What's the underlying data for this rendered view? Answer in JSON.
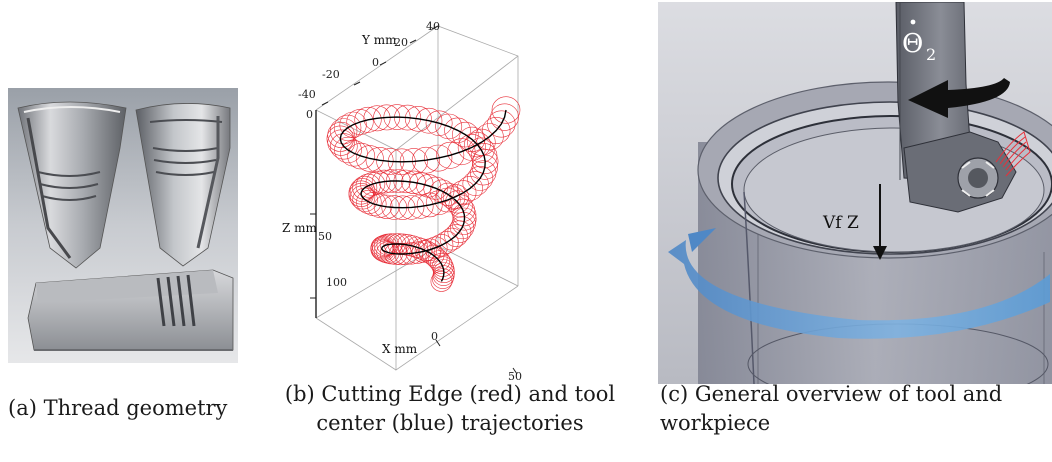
{
  "figure": {
    "panel_a": {
      "caption": "(a) Thread geometry"
    },
    "panel_b": {
      "caption_line1": "(b) Cutting Edge (red) and tool",
      "caption_line2": "center (blue) trajectories",
      "axis_y_label": "Y mm",
      "axis_z_label": "Z mm",
      "axis_x_label": "X mm",
      "ticks": {
        "y_40": "40",
        "y_20": "20",
        "y_0": "0",
        "y_m20": "-20",
        "y_m40": "-40",
        "z_0": "0",
        "z_50": "50",
        "z_100": "100",
        "x_0": "0",
        "x_50": "50"
      },
      "colors": {
        "cutting_edge": "#e8303a",
        "tool_center": "#000000"
      }
    },
    "panel_c": {
      "caption_line1": "(c) General overview of tool and",
      "caption_line2": "workpiece",
      "feed_label": "Vf Z",
      "rotation_label": "Θ",
      "rotation_subscript": "2",
      "colors": {
        "arrow_blue": "#5b9bd5",
        "background": "#c9cbd3"
      }
    }
  }
}
